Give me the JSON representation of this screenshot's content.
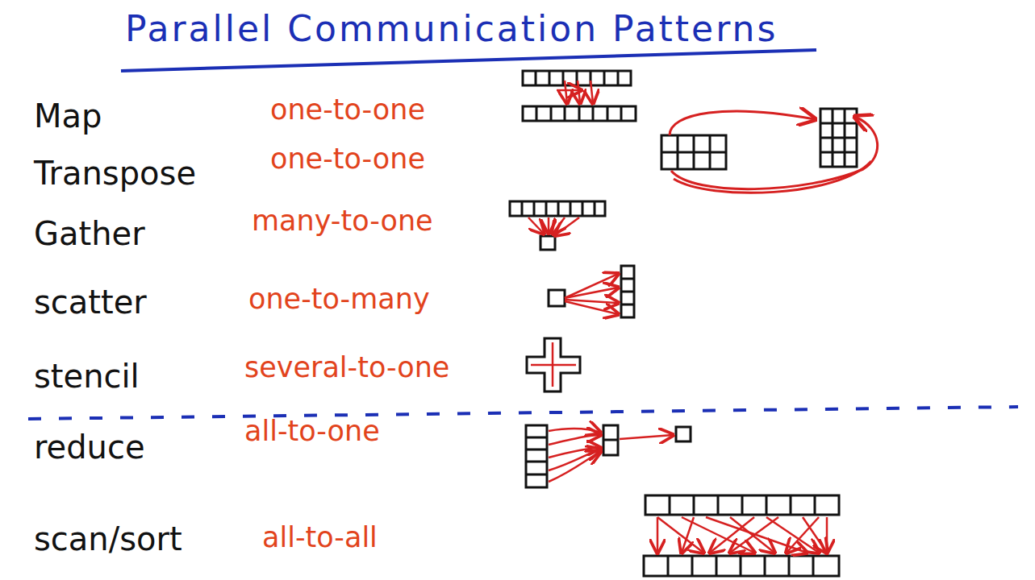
{
  "diagram": {
    "title": "Parallel Communication Patterns",
    "labels": [
      "Map",
      "one-to-one",
      "Transpose",
      "one-to-one",
      "Gather",
      "many-to-one",
      "scatter",
      "one-to-many",
      "stencil",
      "several-to-one",
      "reduce",
      "all-to-one",
      "scan/sort",
      "all-to-all"
    ]
  }
}
